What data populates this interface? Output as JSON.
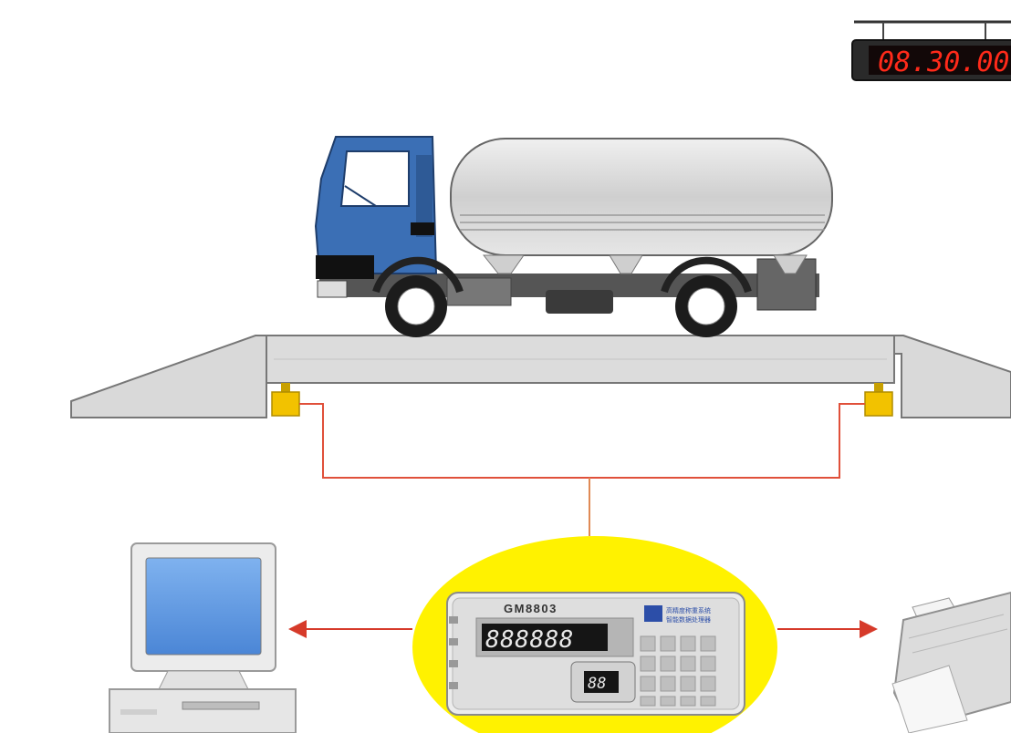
{
  "scoreboard": {
    "value": "08.30.00"
  },
  "indicator": {
    "model": "GM8803",
    "display": "888888",
    "small_display": "88",
    "label_line1": "高精度称重系统",
    "label_line2": "智能数据处理器"
  },
  "colors": {
    "truck_cab": "#3b6fb5",
    "tank": "#d6d6d6",
    "platform": "#d9d9d9",
    "load_cell": "#f2c200",
    "signal_wire": "#e0503a",
    "data_arrow": "#d63a2a",
    "highlight": "#fff200",
    "led_red": "#ff2a1a"
  },
  "icons": {
    "computer": "computer-icon",
    "printer": "printer-icon"
  }
}
